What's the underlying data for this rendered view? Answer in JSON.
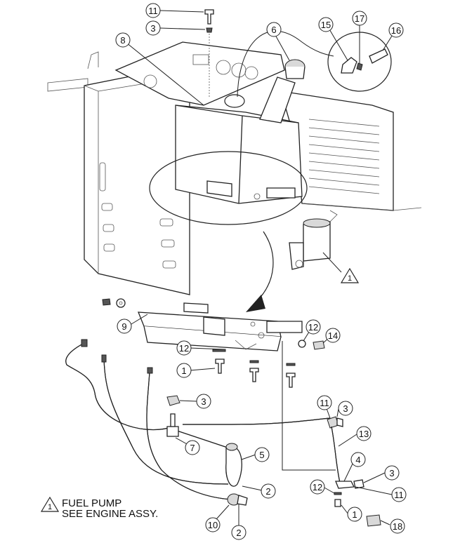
{
  "diagram": {
    "callouts": [
      "11",
      "3",
      "8",
      "6",
      "15",
      "17",
      "16",
      "9",
      "12",
      "14",
      "12",
      "1",
      "3",
      "7",
      "5",
      "2",
      "10",
      "2",
      "11",
      "3",
      "13",
      "4",
      "3",
      "12",
      "11",
      "1",
      "18"
    ],
    "note": {
      "marker": "1",
      "line1": "FUEL PUMP",
      "line2": "SEE ENGINE ASSY."
    },
    "pump_marker": "1"
  }
}
